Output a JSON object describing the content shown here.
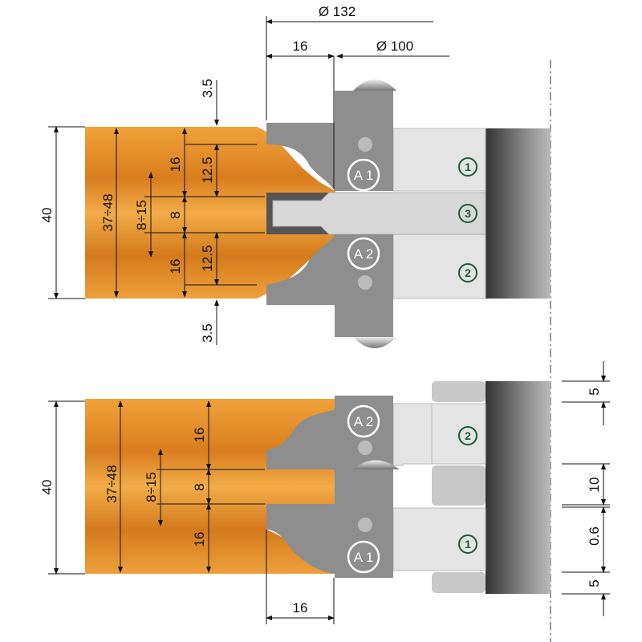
{
  "colors": {
    "wood": "#e8942e",
    "wood_dark": "#c9711a",
    "cutter": "#8e8e8e",
    "body": "#e4e4e4",
    "drum": "#555555",
    "badge": "#1d5a36"
  },
  "top": {
    "dia_outer": "Ø 132",
    "width_16": "16",
    "dia_inner": "Ø 100",
    "h40": "40",
    "range": "37÷48",
    "d16a": "16",
    "d125a": "12.5",
    "groove": "8÷15",
    "d8": "8",
    "d16b": "16",
    "d125b": "12.5",
    "d35top": "3.5",
    "d35bot": "3.5",
    "cutter_a1": "A 1",
    "cutter_a2": "A 2",
    "part1": "1",
    "part2": "2",
    "part3": "3"
  },
  "bottom": {
    "h40": "40",
    "range": "37÷48",
    "d16a": "16",
    "groove": "8÷15",
    "d8": "8",
    "d16b": "16",
    "width_16": "16",
    "cutter_a1": "A 1",
    "cutter_a2": "A 2",
    "part1": "1",
    "part2": "2",
    "r5a": "5",
    "r10": "10",
    "r06": "0.6",
    "r5b": "5"
  }
}
